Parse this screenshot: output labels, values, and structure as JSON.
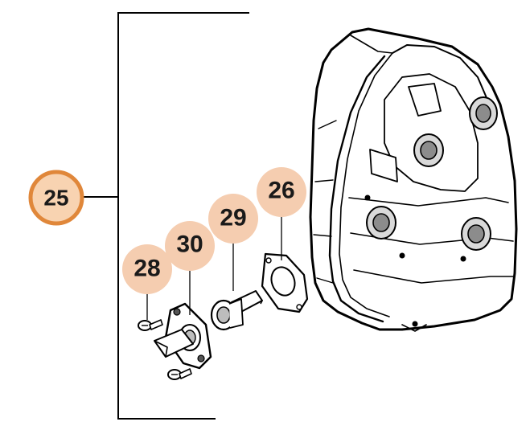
{
  "assembly": {
    "label": "25",
    "accent_color": "#e0873a",
    "fill_color": "#f8d3b1"
  },
  "parts": [
    {
      "id": "part-26",
      "label": "26",
      "depicts": "gasket"
    },
    {
      "id": "part-29",
      "label": "29",
      "depicts": "seal-sleeve"
    },
    {
      "id": "part-30",
      "label": "30",
      "depicts": "flange-bracket"
    },
    {
      "id": "part-28",
      "label": "28",
      "depicts": "screws"
    }
  ],
  "colors": {
    "part_bubble": "#f5cdb0",
    "line": "#000000"
  }
}
